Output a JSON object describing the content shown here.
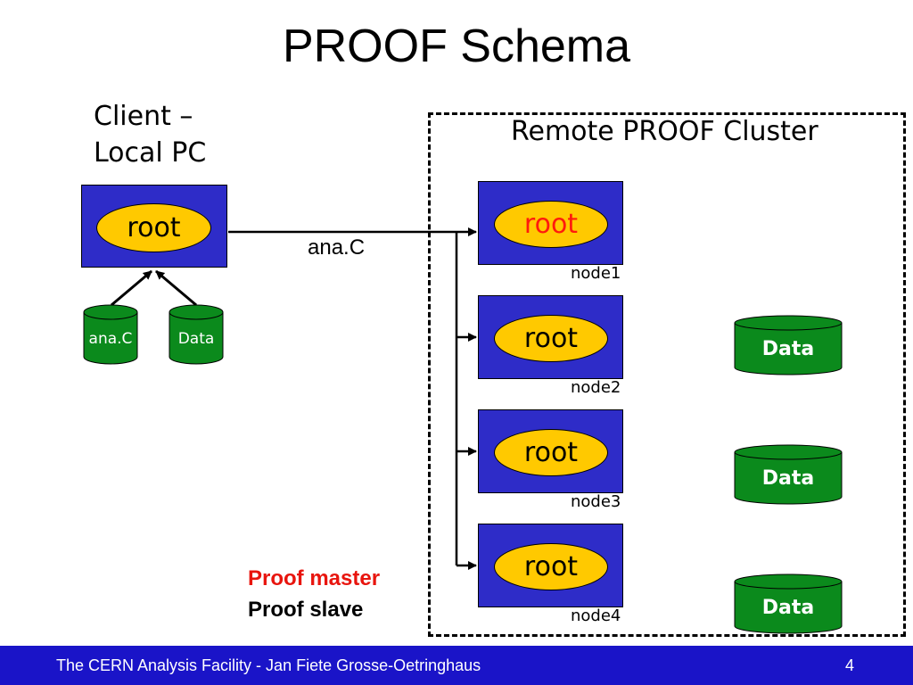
{
  "slide": {
    "title": "PROOF Schema",
    "client_label_line1": "Client –",
    "client_label_line2": "Local PC",
    "cluster_title": "Remote PROOF Cluster"
  },
  "client": {
    "root_label": "root",
    "disk_macro_label": "ana.C",
    "disk_data_label": "Data"
  },
  "flow_label": "ana.C",
  "nodes": [
    {
      "root_label": "root",
      "name": "node1",
      "role": "master"
    },
    {
      "root_label": "root",
      "name": "node2",
      "role": "slave"
    },
    {
      "root_label": "root",
      "name": "node3",
      "role": "slave"
    },
    {
      "root_label": "root",
      "name": "node4",
      "role": "slave"
    }
  ],
  "cluster_data": [
    "Data",
    "Data",
    "Data"
  ],
  "legend": {
    "master": "Proof master",
    "slave": "Proof slave"
  },
  "footer": {
    "text": "The CERN Analysis Facility - Jan Fiete Grosse-Oetringhaus",
    "page": "4"
  },
  "colors": {
    "box_blue": "#2e2cc8",
    "ellipse_yellow": "#ffc900",
    "master_red": "#e8150e",
    "disk_green": "#0b8a1c",
    "footer_blue": "#1a14c8"
  }
}
